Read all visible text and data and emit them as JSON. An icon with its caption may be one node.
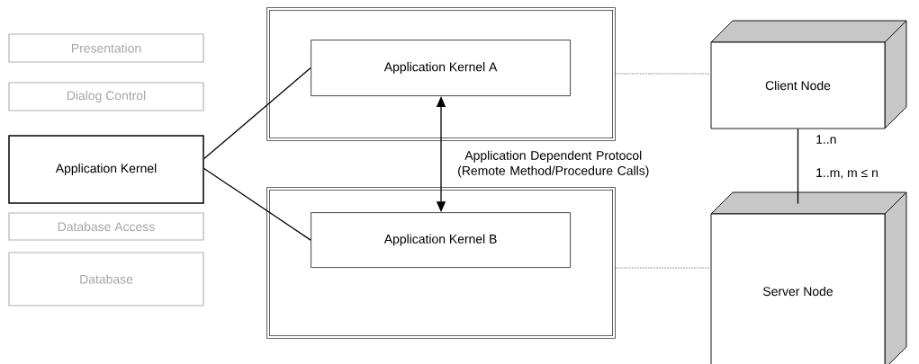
{
  "diagram": {
    "nodes": [
      {
        "text": [
          "Presentation"
        ]
      },
      {
        "text": [
          "Dialog Control"
        ]
      },
      {
        "text": [
          "Application Kernel"
        ]
      },
      {
        "text": [
          "Database Access"
        ]
      },
      {
        "text": [
          "Database"
        ]
      },
      {
        "text": [],
        "shape": "box"
      },
      {
        "text": [
          "Application Kernel A"
        ],
        "in": 5
      },
      {
        "text": [],
        "shape": "box"
      },
      {
        "text": [
          "Application Kernel B"
        ],
        "in": 7
      },
      {
        "text": [
          "Client Node"
        ]
      },
      {
        "text": [
          "Server Node"
        ]
      }
    ],
    "edges": [
      {
        "from": 2,
        "to": 6,
        "arrow": "none"
      },
      {
        "from": 2,
        "to": 8,
        "arrow": "none"
      },
      {
        "from": 6,
        "to": 8,
        "arrow": "both",
        "label": "Application Dependent Protocol (Remote Method/Procedure Calls)"
      },
      {
        "from": 5,
        "to": 9,
        "arrow": "none",
        "style": "dashed",
        "color": "#808080"
      },
      {
        "from": 7,
        "to": 10,
        "arrow": "none",
        "style": "dashed",
        "color": "#808080"
      },
      {
        "from": 9,
        "to": 10,
        "arrow": "none"
      }
    ],
    "labels": [
      "1..n",
      "1..m, m ≤ n"
    ]
  }
}
